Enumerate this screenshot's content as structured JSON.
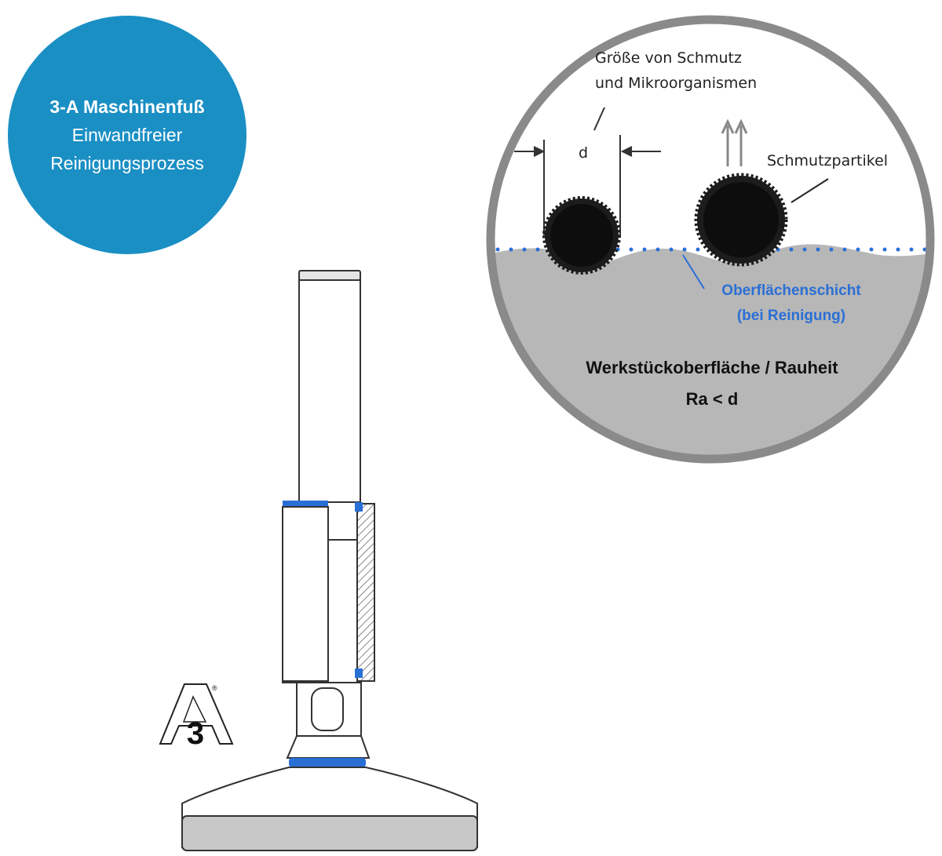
{
  "badge": {
    "title": "3-A Maschinenfuß",
    "line1": "Einwandfreier",
    "line2": "Reinigungsprozess"
  },
  "detail": {
    "size_label_line1": "Größe von Schmutz",
    "size_label_line2": "und Mikroorganismen",
    "d_label": "d",
    "particle_label": "Schmutzpartikel",
    "surface_layer_line1": "Oberflächenschicht",
    "surface_layer_line2": "(bei Reinigung)",
    "workpiece_label": "Werkstückoberfläche / Rauheit",
    "roughness_formula": "Ra < d"
  },
  "logo": {
    "mark": "3",
    "registered": "®"
  },
  "colors": {
    "badge_blue": "#1a8fc4",
    "accent_blue": "#2a6fd6",
    "surface_gray": "#b5b5b5",
    "ring_gray": "#8a8a8a"
  }
}
